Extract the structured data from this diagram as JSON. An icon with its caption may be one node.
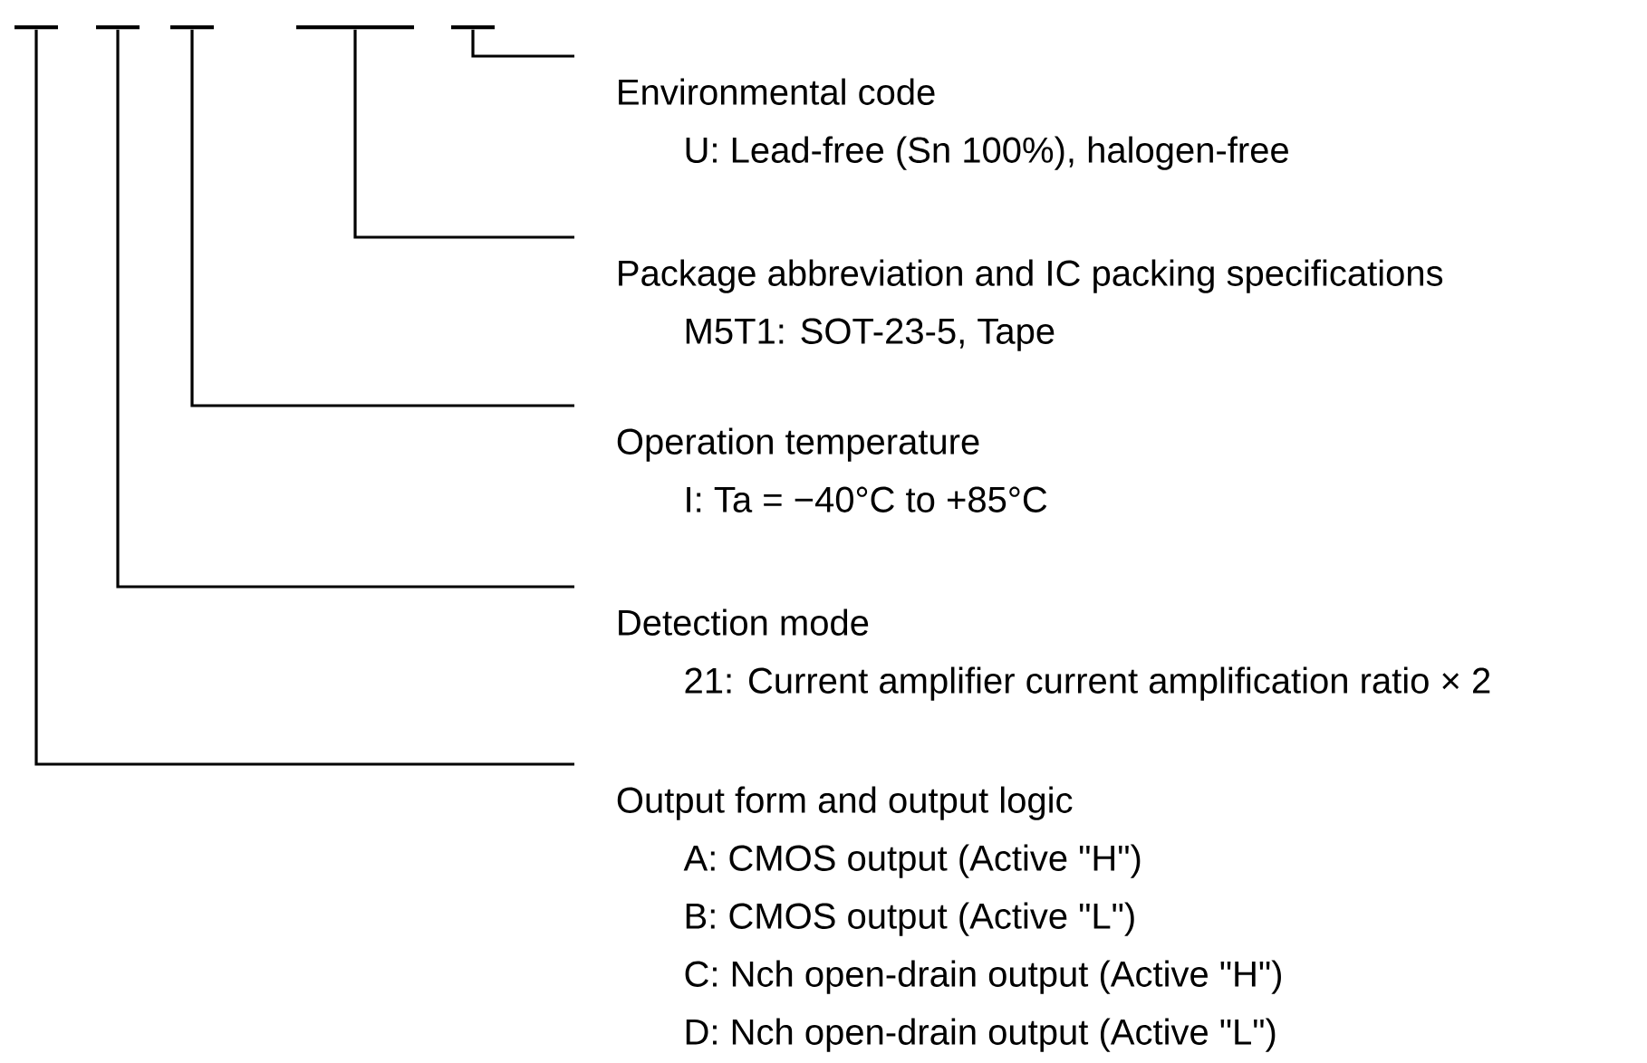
{
  "diagram": {
    "nodes": [
      {
        "text": [],
        "shape": "bar"
      },
      {
        "text": [],
        "shape": "bar"
      },
      {
        "text": [],
        "shape": "bar"
      },
      {
        "text": [],
        "shape": "bar"
      },
      {
        "text": [],
        "shape": "bar"
      },
      {
        "text": [
          "Environmental code",
          "U: Lead-free (Sn 100%), halogen-free"
        ]
      },
      {
        "text": [
          "Package abbreviation and IC packing specifications",
          "M5T1: SOT-23-5, Tape"
        ]
      },
      {
        "text": [
          "Operation temperature",
          "I: Ta = −40°C to +85°C"
        ]
      },
      {
        "text": [
          "Detection mode",
          "21: Current amplifier current amplification ratio × 2"
        ]
      },
      {
        "text": [
          "Output form and output logic",
          "A: CMOS output (Active \"H\")",
          "B: CMOS output (Active \"L\")",
          "C: Nch open-drain output (Active \"H\")",
          "D: Nch open-drain output (Active \"L\")"
        ]
      }
    ],
    "edges": [
      {
        "from": 4,
        "to": 5,
        "arrow": "none"
      },
      {
        "from": 3,
        "to": 6,
        "arrow": "none"
      },
      {
        "from": 2,
        "to": 7,
        "arrow": "none"
      },
      {
        "from": 1,
        "to": 8,
        "arrow": "none"
      },
      {
        "from": 0,
        "to": 9,
        "arrow": "none"
      }
    ]
  }
}
